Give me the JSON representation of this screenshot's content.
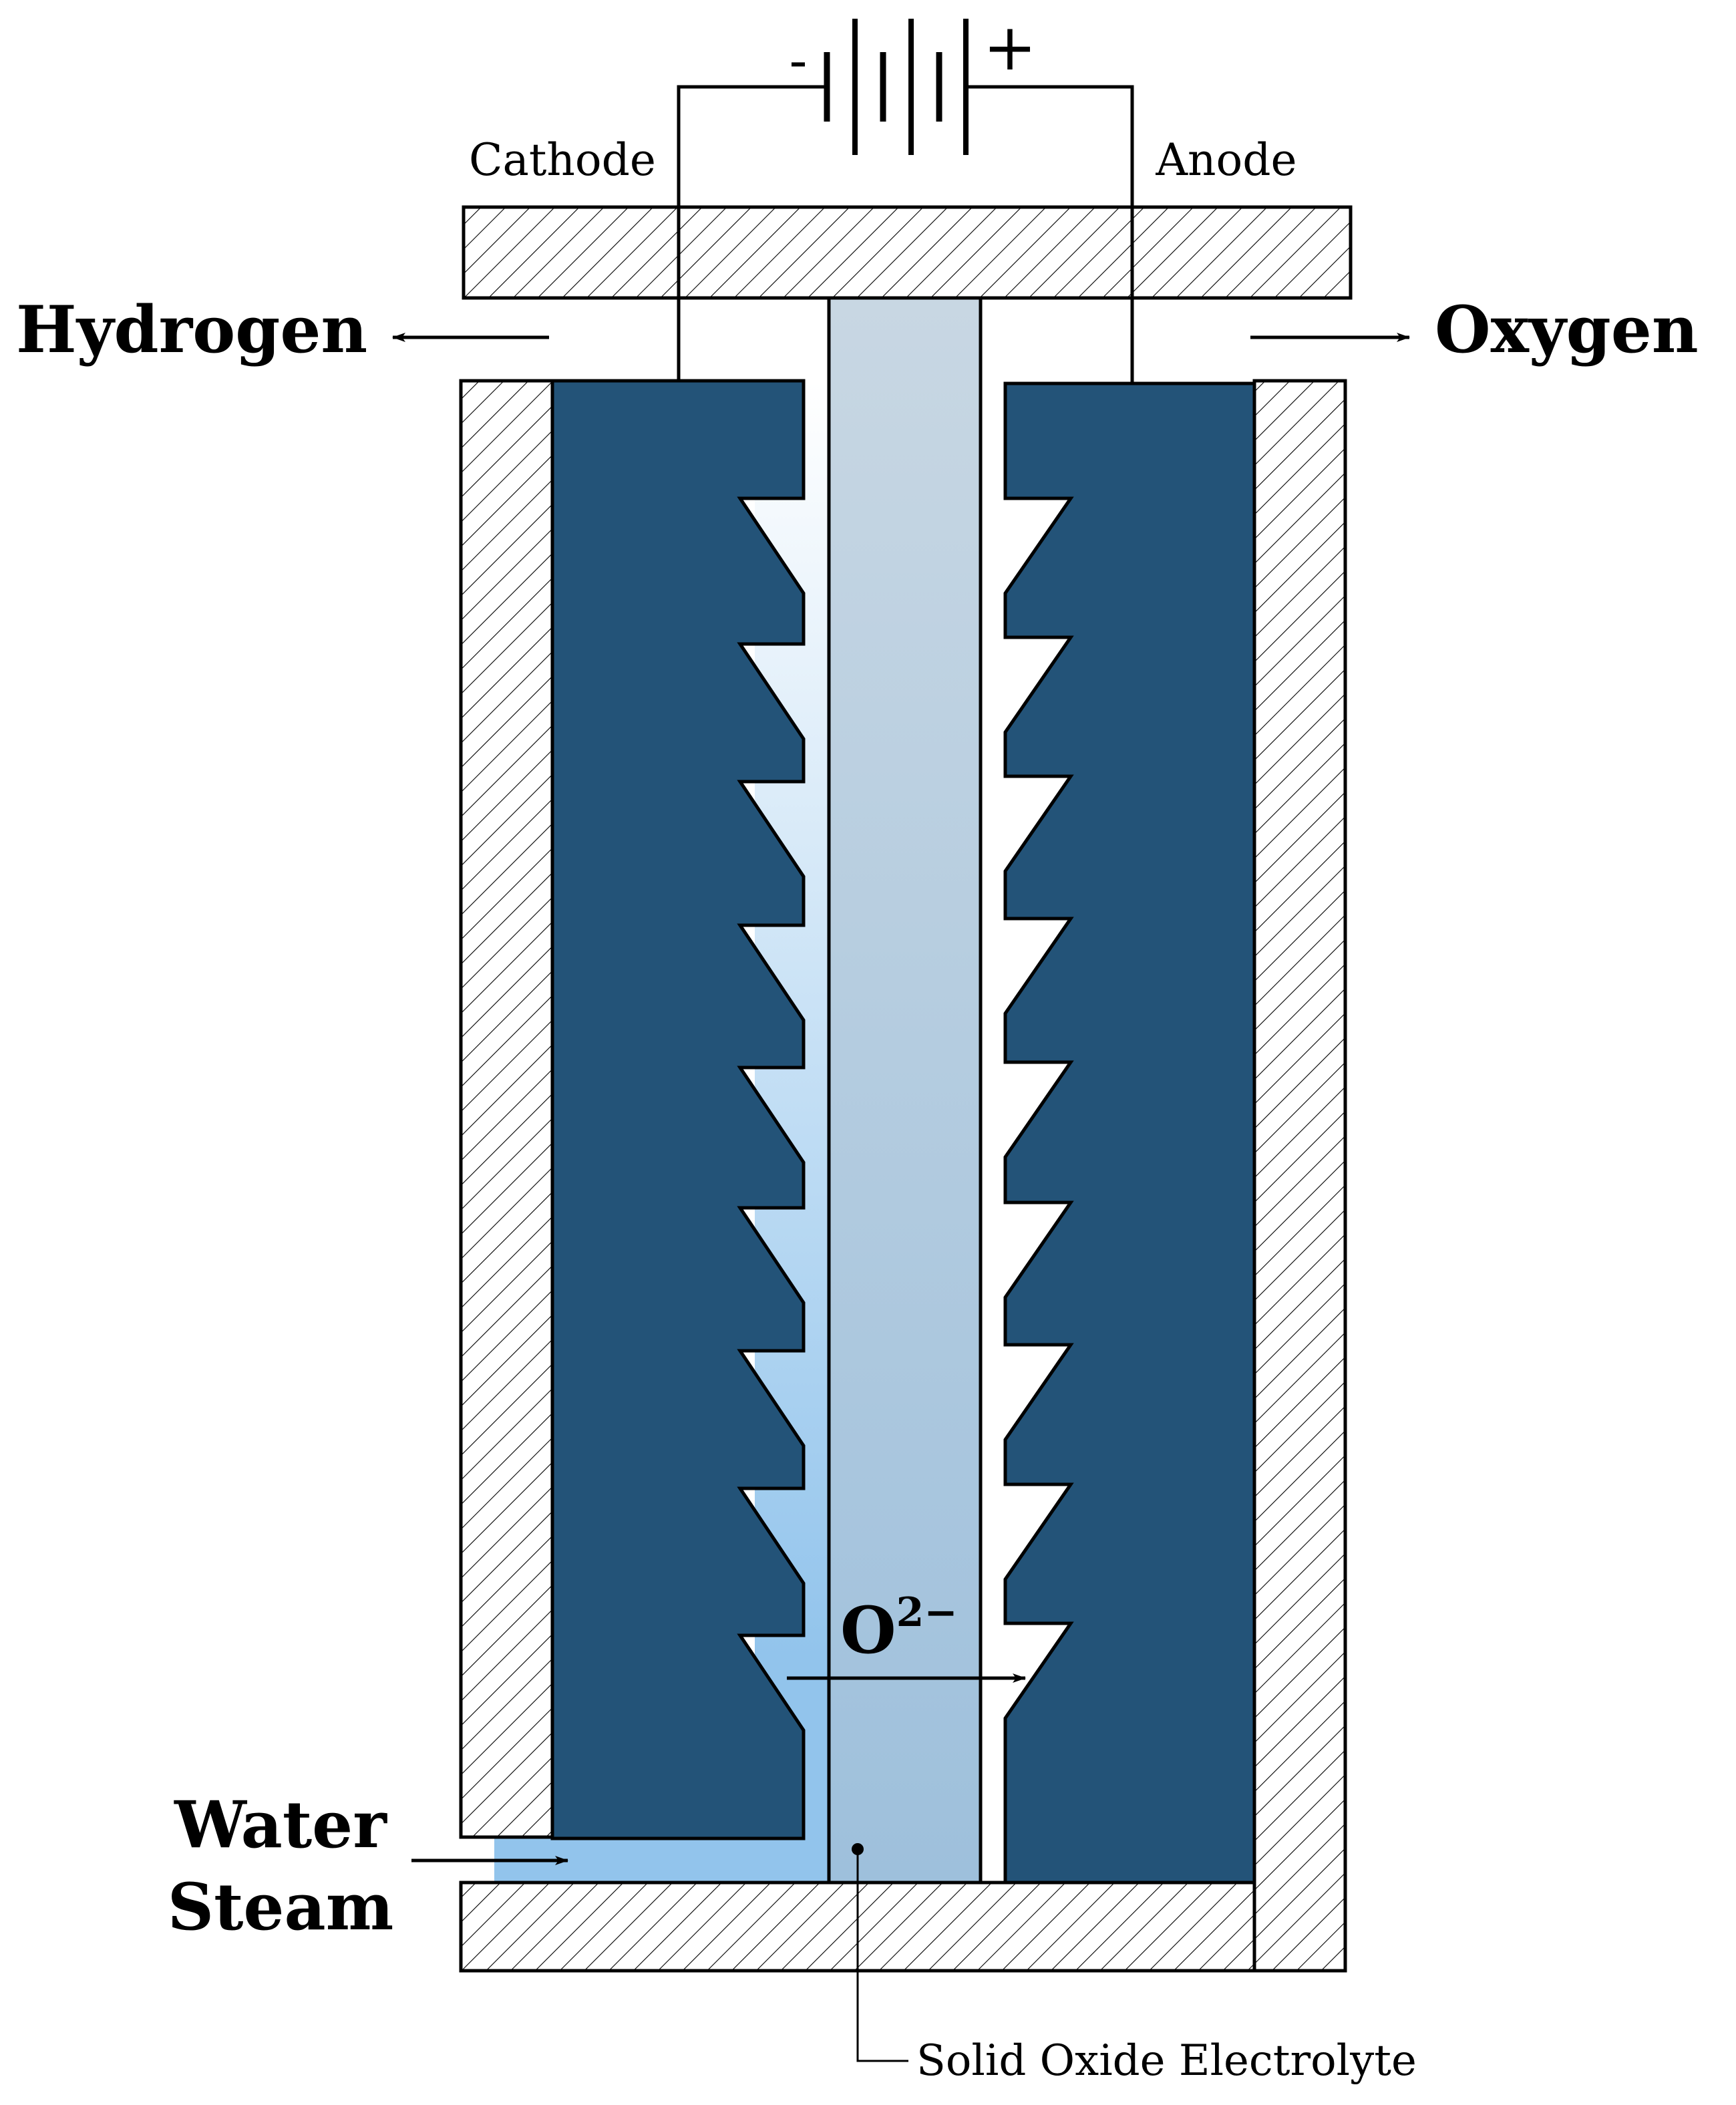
{
  "battery": {
    "negative_sign": "-",
    "positive_sign": "+"
  },
  "labels": {
    "cathode": "Cathode",
    "anode": "Anode",
    "hydrogen": "Hydrogen",
    "oxygen": "Oxygen",
    "water_line1": "Water",
    "water_line2": "Steam",
    "ion": "O",
    "ion_charge": "2−",
    "electrolyte": "Solid Oxide Electrolyte"
  },
  "colors": {
    "electrode": "#235378",
    "electrolyte_top": "#c8d7e3",
    "electrolyte_bottom": "#9ec0dc",
    "steam": "#92c4ec",
    "line": "#000000",
    "hatch": "#000000"
  }
}
